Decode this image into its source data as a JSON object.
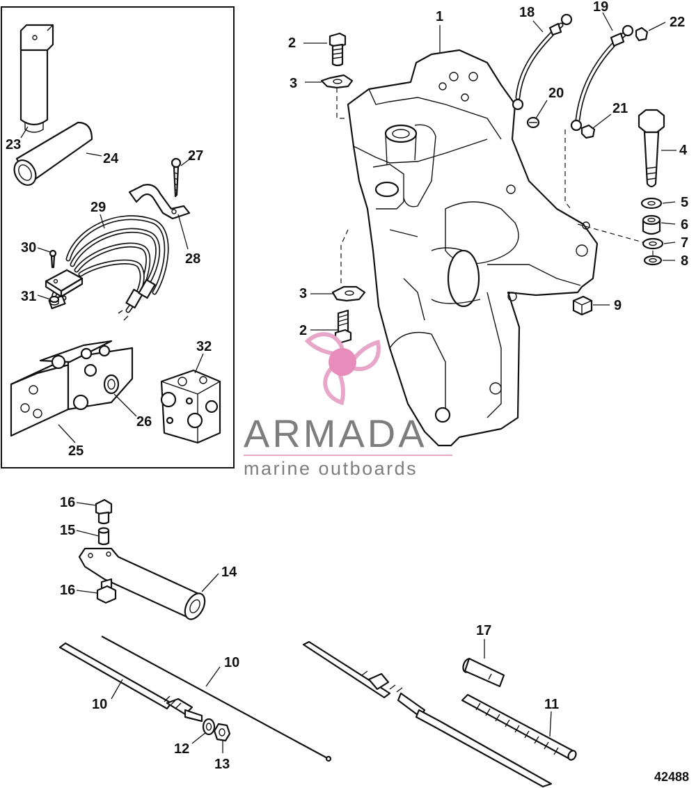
{
  "watermark": {
    "brand": "ARMADA",
    "tagline": "marine outboards",
    "logo_color": "#e8a6c8",
    "logo_center_color": "#e88cbb",
    "text_color": "#7d7d7d"
  },
  "drawing_number": "42488",
  "callouts": [
    {
      "id": "c1",
      "label": "1"
    },
    {
      "id": "c2a",
      "label": "2"
    },
    {
      "id": "c3a",
      "label": "3"
    },
    {
      "id": "c18",
      "label": "18"
    },
    {
      "id": "c19",
      "label": "19"
    },
    {
      "id": "c22",
      "label": "22"
    },
    {
      "id": "c20",
      "label": "20"
    },
    {
      "id": "c21",
      "label": "21"
    },
    {
      "id": "c4",
      "label": "4"
    },
    {
      "id": "c5",
      "label": "5"
    },
    {
      "id": "c6",
      "label": "6"
    },
    {
      "id": "c7",
      "label": "7"
    },
    {
      "id": "c8",
      "label": "8"
    },
    {
      "id": "c9",
      "label": "9"
    },
    {
      "id": "c3b",
      "label": "3"
    },
    {
      "id": "c2b",
      "label": "2"
    },
    {
      "id": "c23",
      "label": "23"
    },
    {
      "id": "c24",
      "label": "24"
    },
    {
      "id": "c27",
      "label": "27"
    },
    {
      "id": "c29",
      "label": "29"
    },
    {
      "id": "c28",
      "label": "28"
    },
    {
      "id": "c30",
      "label": "30"
    },
    {
      "id": "c31",
      "label": "31"
    },
    {
      "id": "c32",
      "label": "32"
    },
    {
      "id": "c26",
      "label": "26"
    },
    {
      "id": "c25",
      "label": "25"
    },
    {
      "id": "c16a",
      "label": "16"
    },
    {
      "id": "c15",
      "label": "15"
    },
    {
      "id": "c14",
      "label": "14"
    },
    {
      "id": "c16b",
      "label": "16"
    },
    {
      "id": "c10a",
      "label": "10"
    },
    {
      "id": "c10b",
      "label": "10"
    },
    {
      "id": "c17",
      "label": "17"
    },
    {
      "id": "c11",
      "label": "11"
    },
    {
      "id": "c12",
      "label": "12"
    },
    {
      "id": "c13",
      "label": "13"
    }
  ]
}
